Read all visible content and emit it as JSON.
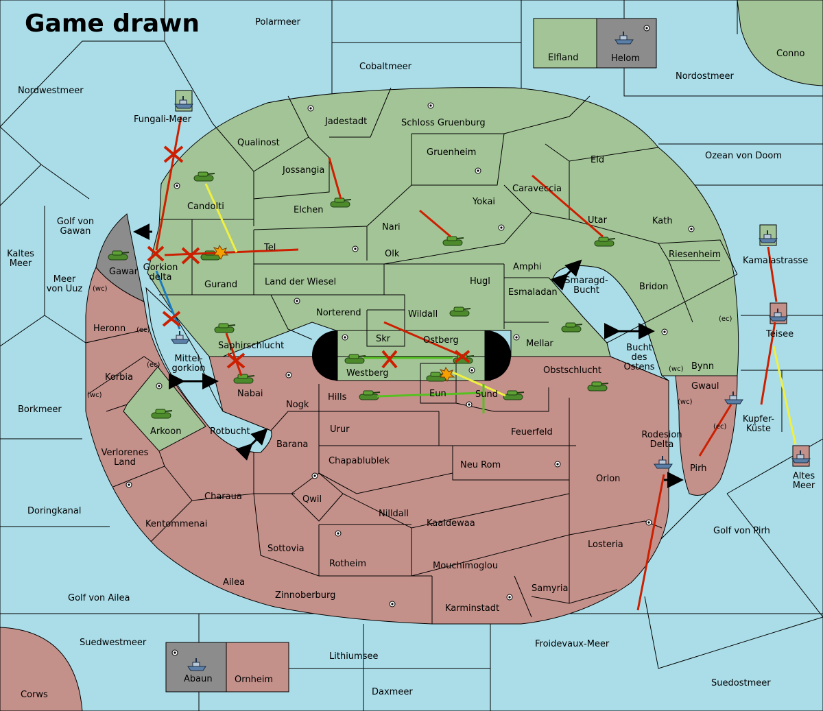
{
  "status": {
    "title": "Game drawn"
  },
  "colors": {
    "sea": "#aadde8",
    "power_green": "#a3c497",
    "power_red": "#c4908a",
    "neutral_grey": "#8c8c8c",
    "order_red": "#cc1f00",
    "order_yellow": "#f0f040",
    "order_green": "#55c020",
    "order_blue": "#1a7ac0"
  },
  "territories": {
    "polarmeer": "Polarmeer",
    "elfland": "Elfland",
    "helom": "Helom",
    "conno": "Conno",
    "cobaltmeer": "Cobaltmeer",
    "nordwestmeer": "Nordwestmeer",
    "nordostmeer": "Nordostmeer",
    "fungali_meer": "Fungali-Meer",
    "jadestadt": "Jadestadt",
    "schloss_gruenburg": "Schloss Gruenburg",
    "qualinost": "Qualinost",
    "gruenheim": "Gruenheim",
    "eld": "Eld",
    "ozean_von_doom": "Ozean von Doom",
    "jossangia": "Jossangia",
    "caraveccia": "Caraveccia",
    "candolti": "Candolti",
    "elchen": "Elchen",
    "yokai": "Yokai",
    "golf_von_gawan": "Golf von\nGawan",
    "utar": "Utar",
    "kath": "Kath",
    "nari": "Nari",
    "kaltes_meer": "Kaltes\nMeer",
    "tel": "Tel",
    "olk": "Olk",
    "riesenheim": "Riesenheim",
    "kamalastrasse": "Kamalastrasse",
    "gawar": "Gawar",
    "gorkion_delta": "Gorkion\ndelta",
    "amphi": "Amphi",
    "meer_von_uuz": "Meer\nvon Uuz",
    "gurand": "Gurand",
    "land_der_wiesel": "Land der Wiesel",
    "hugl": "Hugl",
    "smaragd_bucht": "Smaragd-\nBucht",
    "bridon": "Bridon",
    "esmaladan": "Esmaladan",
    "norterend": "Norterend",
    "wildall": "Wildall",
    "heronn": "Heronn",
    "teisee": "Teisee",
    "skr": "Skr",
    "ostberg": "Ostberg",
    "mellar": "Mellar",
    "saphirschlucht": "Saphirschlucht",
    "bucht_des_ostens": "Bucht\ndes\nOstens",
    "mittel_gorkion": "Mittel-\ngorkion",
    "korbia": "Korbia",
    "westberg": "Westberg",
    "bynn": "Bynn",
    "obstschlucht": "Obstschlucht",
    "gwaul": "Gwaul",
    "nabai": "Nabai",
    "hills": "Hills",
    "eun": "Eun",
    "sund": "Sund",
    "borkmeer": "Borkmeer",
    "nogk": "Nogk",
    "kupfer_kuste": "Kupfer-\nKüste",
    "arkoon": "Arkoon",
    "urur": "Urur",
    "feuerfeld": "Feuerfeld",
    "rotbucht": "Rotbucht",
    "rodesion_delta": "Rodesion\nDelta",
    "barana": "Barana",
    "verlorenes_land": "Verlorenes\nLand",
    "chapablublek": "Chapablublek",
    "neu_rom": "Neu Rom",
    "pirh": "Pirh",
    "altes_meer": "Altes\nMeer",
    "orlon": "Orlon",
    "charaua": "Charaua",
    "qwil": "Qwil",
    "doringkanal": "Doringkanal",
    "nilldall": "Nilldall",
    "kaaldewaa": "Kaaldewaa",
    "kentommenai": "Kentommenai",
    "golf_von_pirh": "Golf von Pirh",
    "rotheim": "Rotheim",
    "losteria": "Losteria",
    "sottovia": "Sottovia",
    "mouchimoglou": "Mouchimoglou",
    "ailea": "Ailea",
    "samyria": "Samyria",
    "golf_von_ailea": "Golf von Ailea",
    "zinnoberburg": "Zinnoberburg",
    "karminstadt": "Karminstadt",
    "suedwestmeer": "Suedwestmeer",
    "froidevaux_meer": "Froidevaux-Meer",
    "lithiumsee": "Lithiumsee",
    "abaun": "Abaun",
    "ornheim": "Ornheim",
    "suedostmeer": "Suedostmeer",
    "daxmeer": "Daxmeer",
    "corws": "Corws"
  },
  "coast_tags": {
    "wc_gawar": "(wc)",
    "ec_heronn": "(ec)",
    "ec_korbia": "(ec)",
    "wc_korbia": "(wc)",
    "ec_mellar": "(ec)",
    "wc_bynn": "(wc)",
    "wc_gwaul": "(wc)",
    "ec_pirh": "(ec)"
  }
}
